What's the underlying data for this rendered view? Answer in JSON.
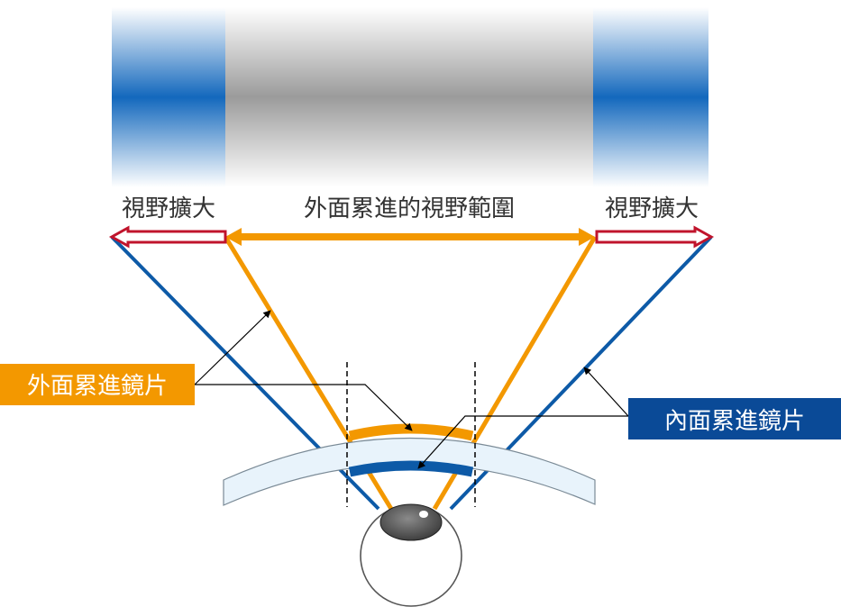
{
  "top_labels": {
    "left": "視野擴大",
    "center": "外面累進的視野範圍",
    "right": "視野擴大"
  },
  "callouts": {
    "outer": "外面累進鏡片",
    "inner": "內面累進鏡片"
  },
  "colors": {
    "orange": "#f39800",
    "blue": "#0d5aa7",
    "red": "#c0142c",
    "gray_band": "#999999",
    "lens": "#e6f2fa",
    "inner_label_bg": "#0a4a97",
    "outer_label_bg": "#f39800"
  }
}
